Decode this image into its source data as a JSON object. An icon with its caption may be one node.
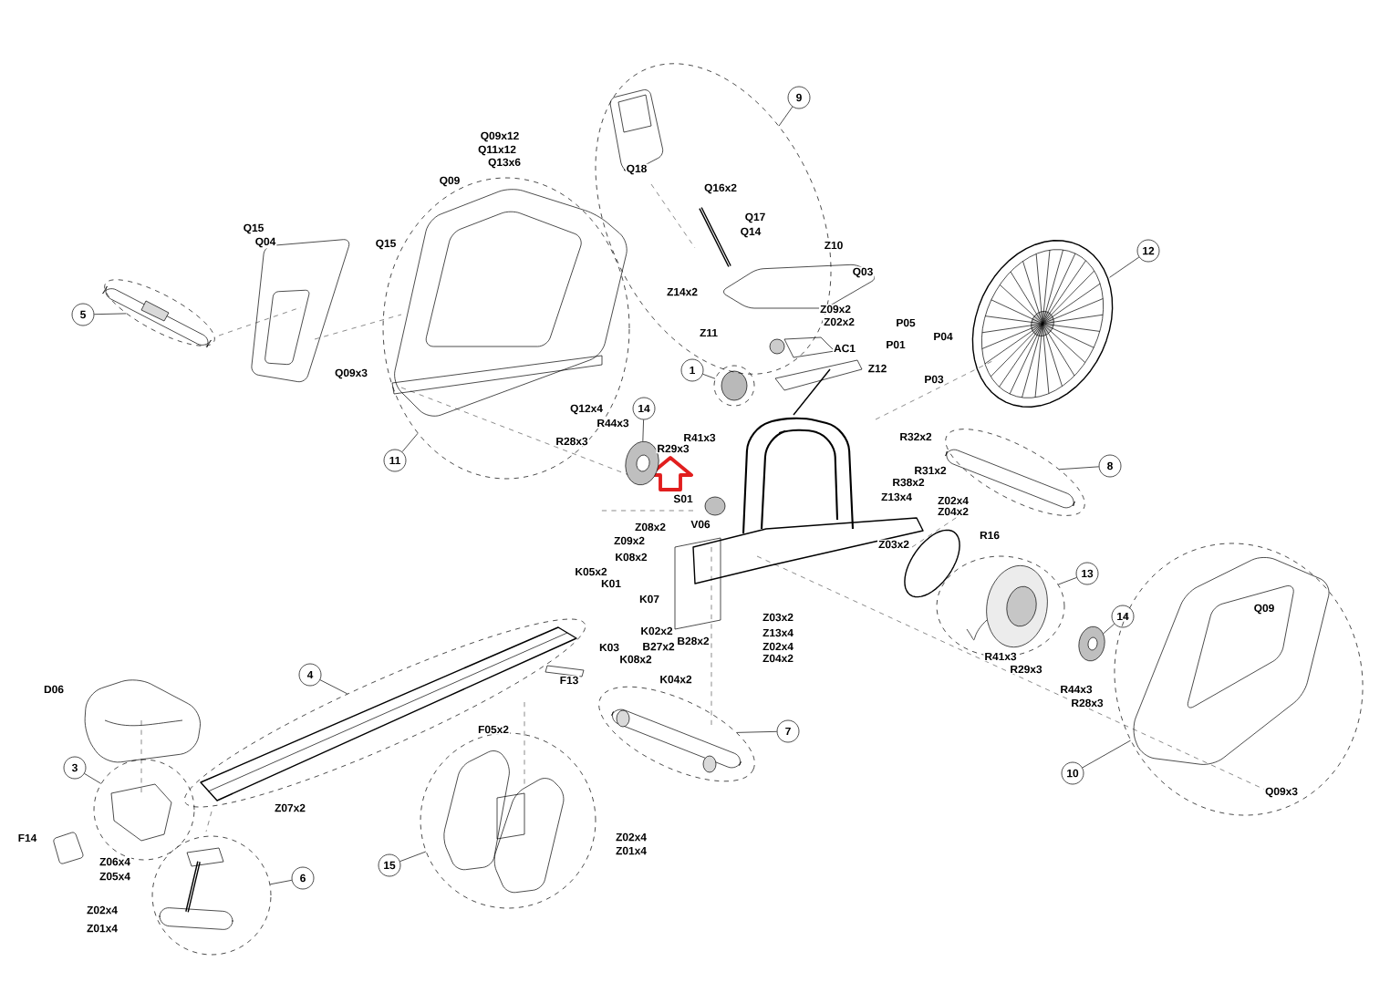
{
  "diagram": {
    "nodes": [
      {
        "text": [
          "9"
        ]
      },
      {
        "text": [
          "12"
        ]
      },
      {
        "text": [
          "5"
        ]
      },
      {
        "text": [
          "1"
        ]
      },
      {
        "text": [
          "14"
        ]
      },
      {
        "text": [
          "11"
        ]
      },
      {
        "text": [
          "8"
        ]
      },
      {
        "text": [
          "13"
        ]
      },
      {
        "text": [
          "14"
        ]
      },
      {
        "text": [
          "4"
        ]
      },
      {
        "text": [
          "7"
        ]
      },
      {
        "text": [
          "3"
        ]
      },
      {
        "text": [
          "10"
        ]
      },
      {
        "text": [
          "15"
        ]
      },
      {
        "text": [
          "6"
        ]
      },
      {
        "text": [],
        "shape": "ellipse"
      },
      {
        "text": [],
        "shape": "ellipse"
      },
      {
        "text": [],
        "shape": "ellipse"
      },
      {
        "text": [],
        "shape": "circle"
      },
      {
        "text": [],
        "shape": "ellipse"
      },
      {
        "text": [],
        "shape": "ellipse"
      },
      {
        "text": [],
        "shape": "ellipse"
      },
      {
        "text": [],
        "shape": "ellipse"
      },
      {
        "text": [],
        "shape": "ellipse"
      },
      {
        "text": [],
        "shape": "circle"
      },
      {
        "text": [],
        "shape": "circle"
      },
      {
        "text": [],
        "shape": "circle"
      },
      {
        "text": [],
        "shape": "picture"
      },
      {
        "text": [],
        "shape": "picture"
      },
      {
        "text": [],
        "shape": "picture"
      }
    ],
    "edges": [
      {
        "from": 0,
        "to": 15,
        "arrow": "none"
      },
      {
        "from": 1,
        "to": 27,
        "arrow": "none"
      },
      {
        "from": 2,
        "to": 16,
        "arrow": "none"
      },
      {
        "from": 3,
        "to": 18,
        "arrow": "none"
      },
      {
        "from": 4,
        "to": 28,
        "arrow": "none"
      },
      {
        "from": 5,
        "to": 17,
        "arrow": "none"
      },
      {
        "from": 6,
        "to": 19,
        "arrow": "none"
      },
      {
        "from": 7,
        "to": 20,
        "arrow": "none"
      },
      {
        "from": 8,
        "to": 29,
        "arrow": "none"
      },
      {
        "from": 9,
        "to": 22,
        "arrow": "none"
      },
      {
        "from": 10,
        "to": 23,
        "arrow": "none"
      },
      {
        "from": 11,
        "to": 24,
        "arrow": "none"
      },
      {
        "from": 12,
        "to": 21,
        "arrow": "none"
      },
      {
        "from": 13,
        "to": 25,
        "arrow": "none"
      },
      {
        "from": 14,
        "to": 26,
        "arrow": "none"
      }
    ],
    "labels": [
      "Q09x12",
      "Q11x12",
      "Q13x6",
      "Q18",
      "Q16x2",
      "Q09",
      "Q17",
      "Q15",
      "Q14",
      "Q04",
      "Q15",
      "Z10",
      "Q03",
      "Z14x2",
      "Z09x2",
      "Z02x2",
      "P05",
      "Z11",
      "P04",
      "P01",
      "AC1",
      "Z12",
      "Q09x3",
      "P03",
      "Q12x4",
      "R44x3",
      "R41x3",
      "R32x2",
      "R28x3",
      "R29x3",
      "R31x2",
      "R38x2",
      "Z13x4",
      "S01",
      "Z02x4",
      "Z04x2",
      "V06",
      "Z08x2",
      "R16",
      "Z09x2",
      "Z03x2",
      "K08x2",
      "K05x2",
      "K01",
      "K07",
      "Q09",
      "Z03x2",
      "K02x2",
      "Z13x4",
      "B28x2",
      "K03",
      "B27x2",
      "Z02x4",
      "R41x3",
      "K08x2",
      "Z04x2",
      "R29x3",
      "K04x2",
      "F13",
      "D06",
      "R44x3",
      "R28x3",
      "F05x2",
      "Z07x2",
      "Q09x3",
      "Z02x4",
      "F14",
      "Z01x4",
      "Z06x4",
      "Z05x4",
      "Z02x4",
      "Z01x4"
    ]
  }
}
